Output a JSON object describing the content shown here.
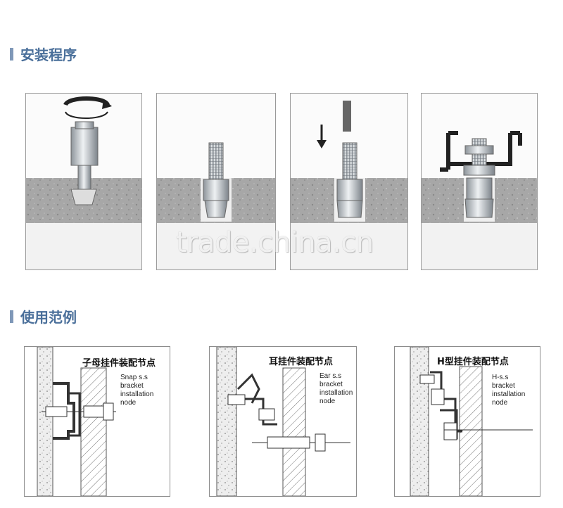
{
  "sections": {
    "installation": "安装程序",
    "examples": "使用范例"
  },
  "watermark": "trade.china.cn",
  "examples": [
    {
      "cn": "子母挂件装配节点",
      "en": [
        "Snap s.s",
        "bracket",
        "installation",
        "node"
      ]
    },
    {
      "cn": "耳挂件装配节点",
      "en": [
        "Ear s.s",
        "bracket",
        "installation",
        "node"
      ]
    },
    {
      "cn": "H型挂件装配节点",
      "en": [
        "H-s.s",
        "bracket",
        "installation",
        "node"
      ]
    }
  ],
  "colors": {
    "title": "#4a6f9a",
    "concrete": "#a9a9a9",
    "metal": "#c9ced3"
  }
}
